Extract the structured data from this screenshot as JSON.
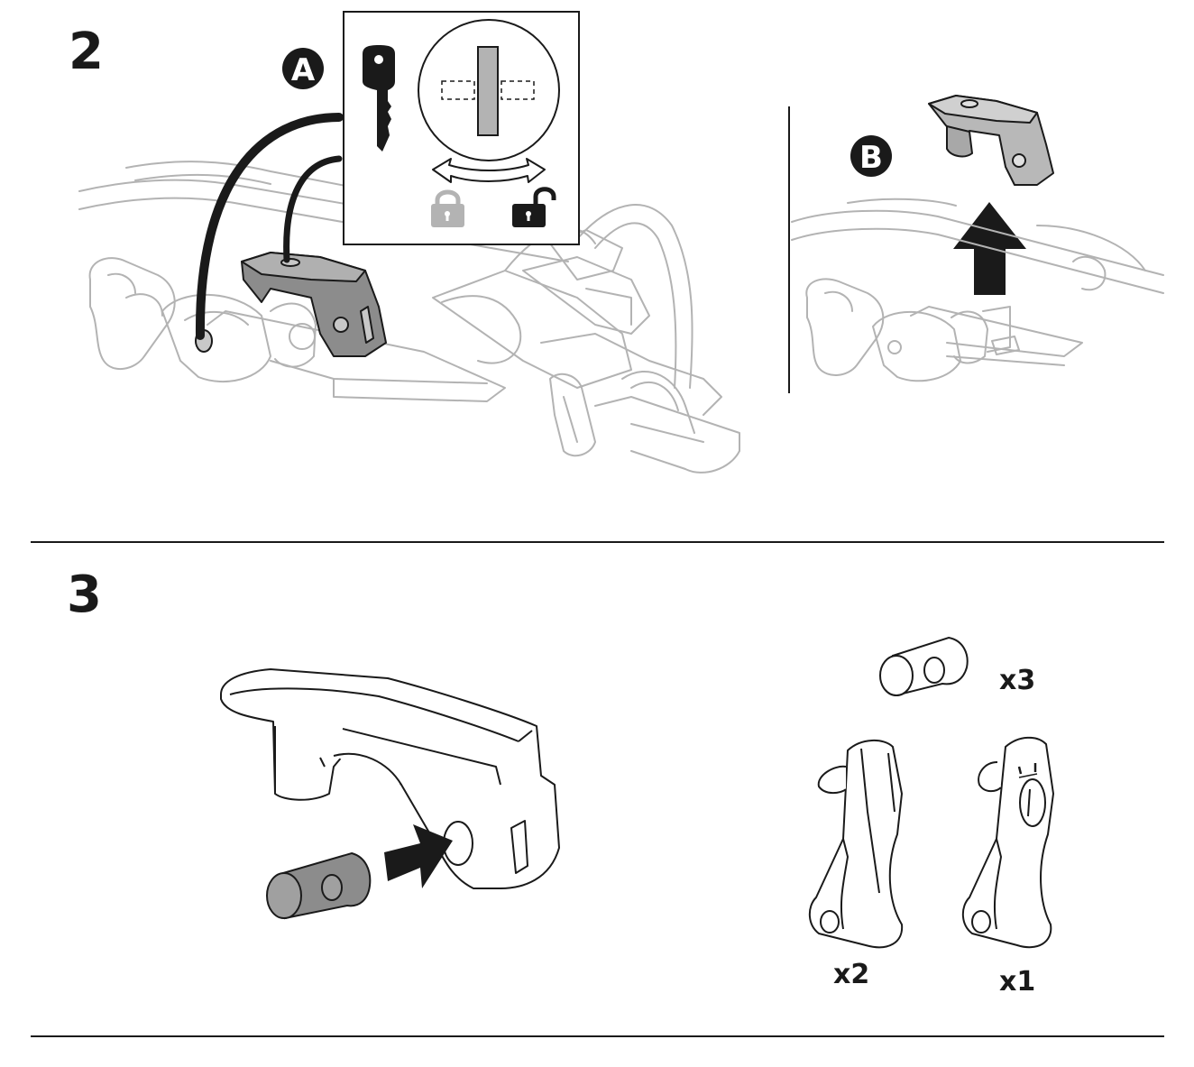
{
  "step2": {
    "number": "2",
    "callout_a": "A",
    "callout_b": "B",
    "icons": [
      "key-icon",
      "lock-cylinder-dial-icon",
      "rotate-arrow-icon",
      "locked-padlock-icon",
      "unlocked-padlock-icon",
      "up-arrow-icon"
    ]
  },
  "step3": {
    "number": "3",
    "pin_quantity": "x3",
    "end_cap_quantity": "x2",
    "lock_cap_quantity": "x1",
    "icons": [
      "insert-arrow-icon"
    ]
  },
  "colors": {
    "ink": "#1a1a1a",
    "line_art": "#b3b3b3",
    "part_gray": "#8c8c8c",
    "highlight_gray": "#c8c8c8"
  }
}
